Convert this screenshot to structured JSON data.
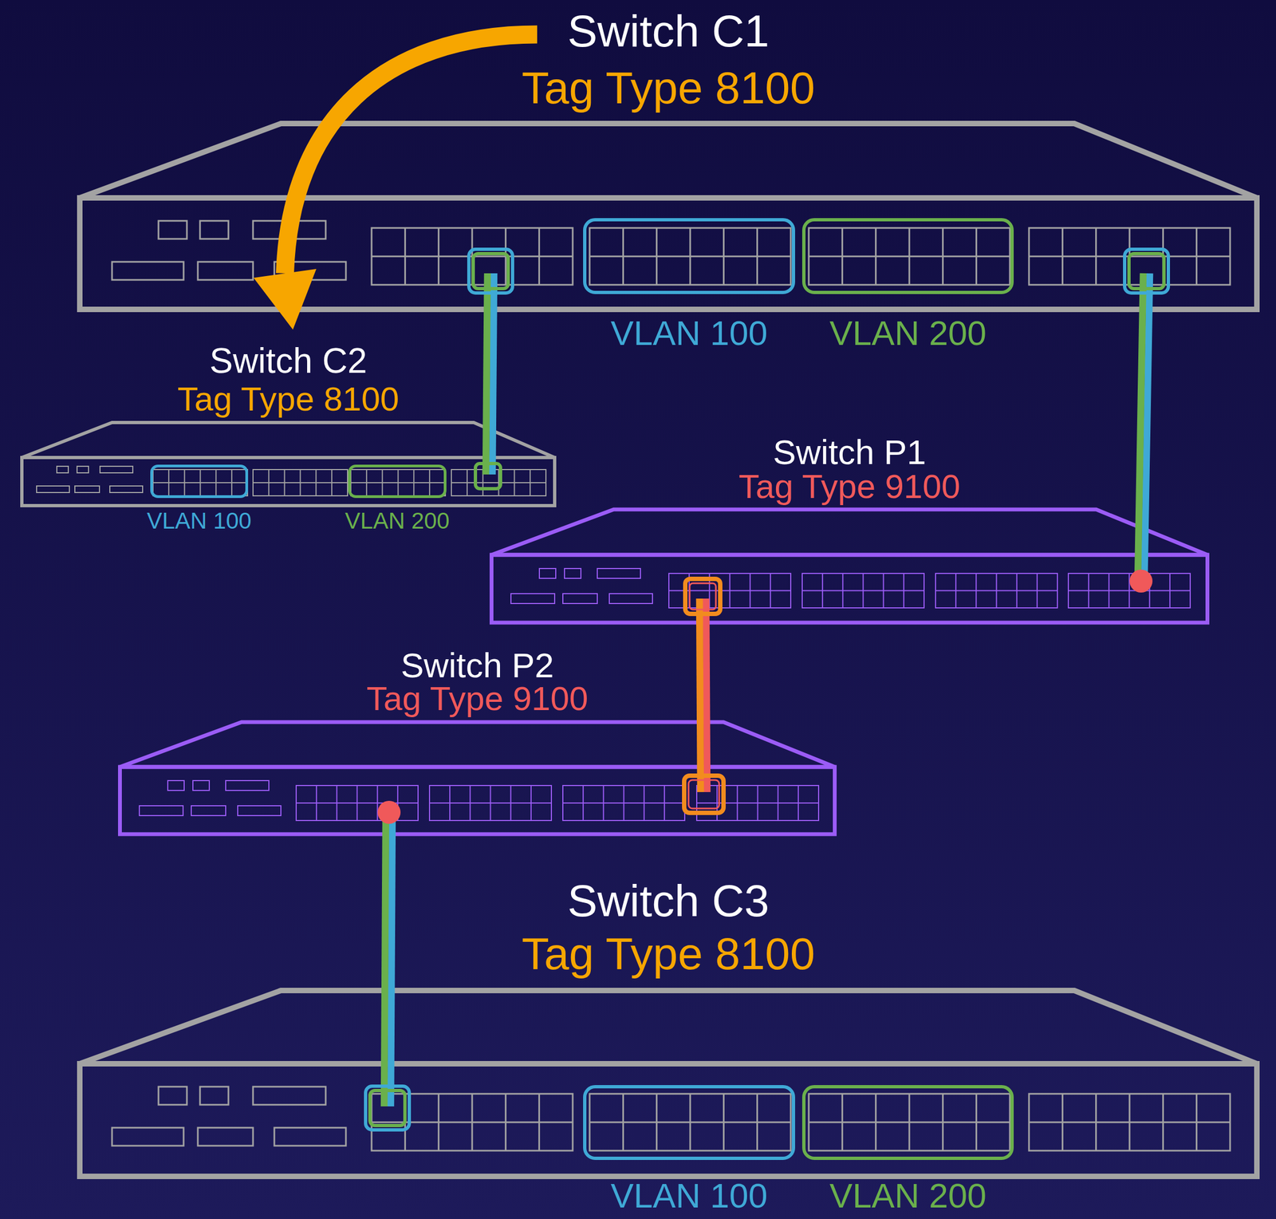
{
  "diagram": {
    "nodes": [
      {
        "text": [
          "Switch C1",
          "Tag Type 8100"
        ]
      },
      {
        "text": [
          "VLAN 100"
        ],
        "in": 0
      },
      {
        "text": [
          "VLAN 200"
        ],
        "in": 0
      },
      {
        "text": [
          "Switch C2",
          "Tag Type 8100"
        ]
      },
      {
        "text": [
          "VLAN 100"
        ],
        "in": 3
      },
      {
        "text": [
          "VLAN 200"
        ],
        "in": 3
      },
      {
        "text": [
          "Switch P1",
          "Tag Type 9100"
        ]
      },
      {
        "text": [
          "Switch P2",
          "Tag Type 9100"
        ]
      },
      {
        "text": [
          "Switch C3",
          "Tag Type 8100"
        ]
      },
      {
        "text": [
          "VLAN 100"
        ],
        "in": 8
      },
      {
        "text": [
          "VLAN 200"
        ],
        "in": 8
      }
    ],
    "edges": [
      {
        "from": 0,
        "to": 3,
        "arrow": "to"
      },
      {
        "from": 0,
        "to": 3,
        "arrow": "none"
      },
      {
        "from": 0,
        "to": 6,
        "arrow": "none"
      },
      {
        "from": 6,
        "to": 7,
        "arrow": "none"
      },
      {
        "from": 7,
        "to": 8,
        "arrow": "none"
      }
    ]
  }
}
